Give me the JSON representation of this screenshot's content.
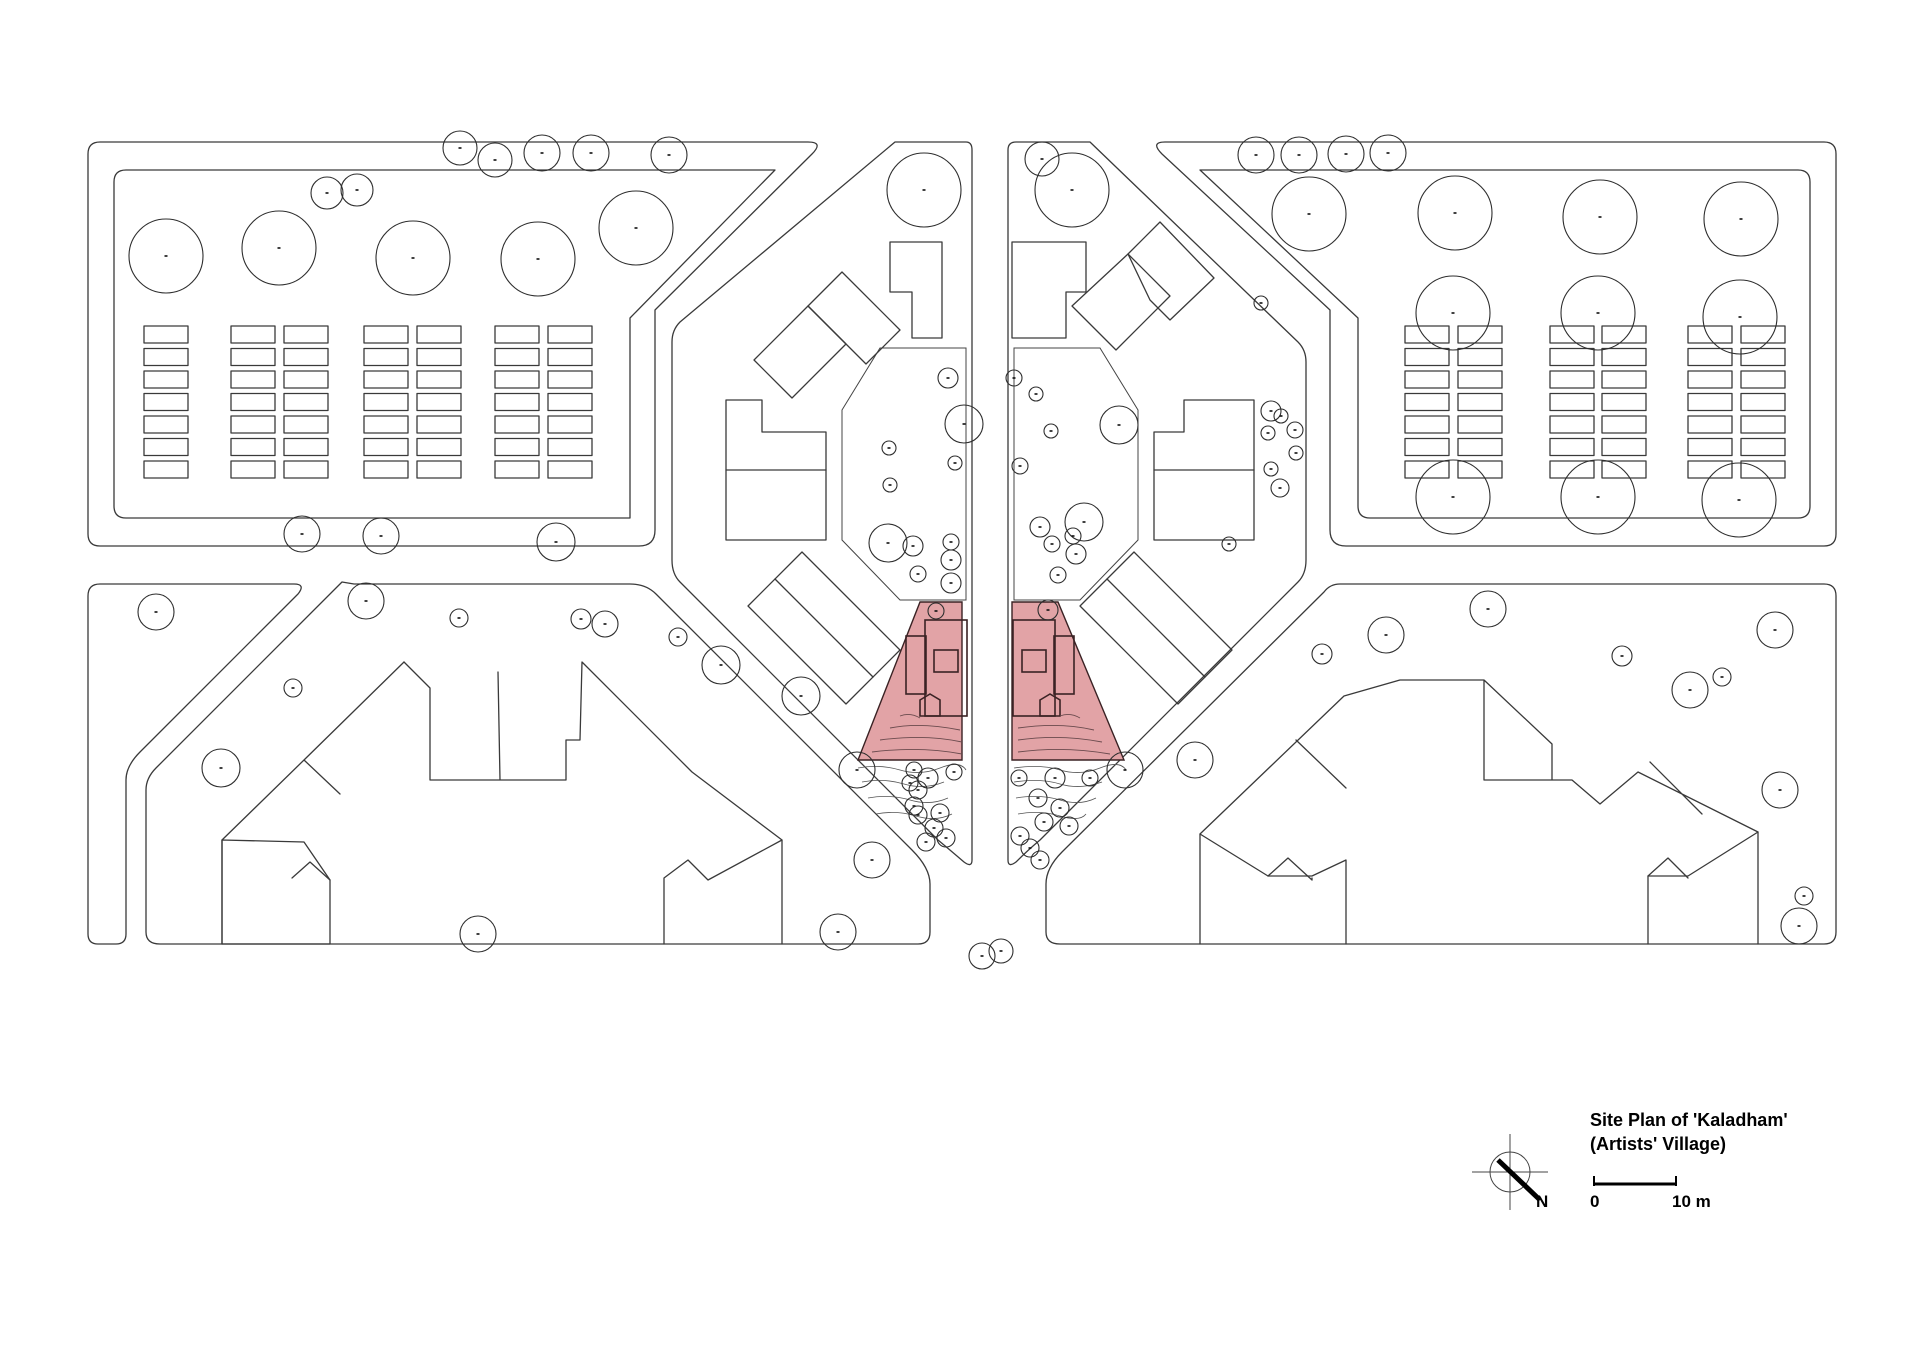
{
  "legend": {
    "title_line1": "Site Plan of 'Kaladham'",
    "title_line2": "(Artists' Village)",
    "north_label": "N",
    "scale_start": "0",
    "scale_end": "10 m"
  },
  "colors": {
    "highlight_fill": "#e2a3a6",
    "line": "#3a3a3a",
    "background": "#ffffff"
  }
}
